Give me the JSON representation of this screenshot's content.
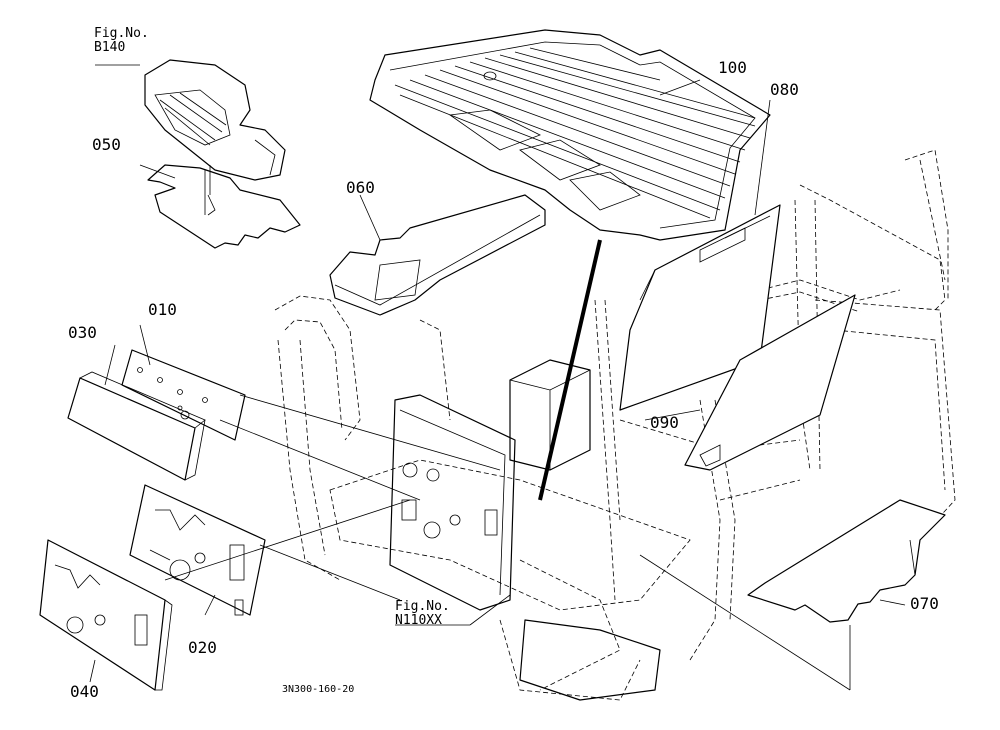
{
  "figure_refs": {
    "top": {
      "line1": "Fig.No.",
      "line2": "B140"
    },
    "bottom": {
      "line1": "Fig.No.",
      "line2": "N110XX"
    }
  },
  "part_labels": {
    "p010": "010",
    "p020": "020",
    "p030": "030",
    "p040": "040",
    "p050": "050",
    "p060": "060",
    "p070": "070",
    "p080": "080",
    "p090": "090",
    "p100": "100"
  },
  "drawing_code": "3N300-160-20"
}
